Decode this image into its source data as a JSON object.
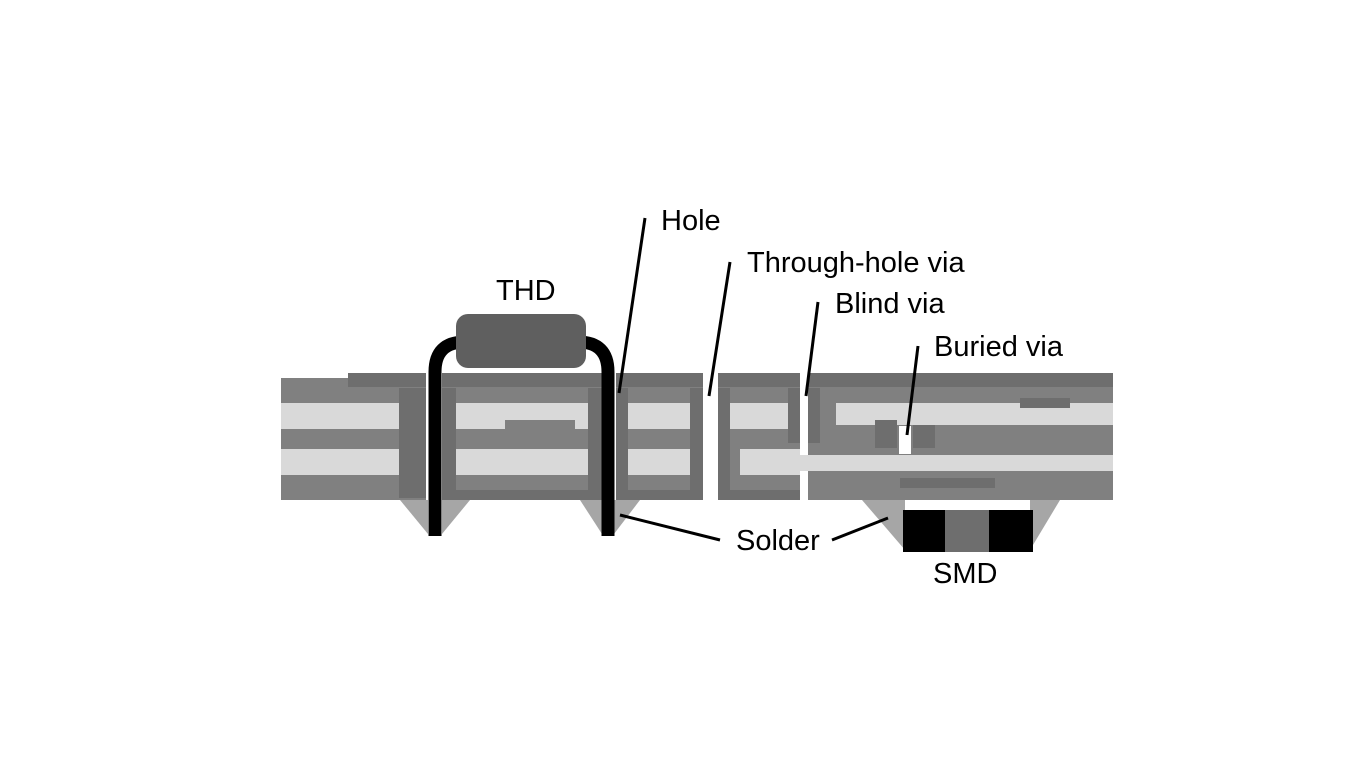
{
  "diagram": {
    "labels": {
      "thd": "THD",
      "hole": "Hole",
      "through_hole_via": "Through-hole via",
      "blind_via": "Blind via",
      "buried_via": "Buried via",
      "solder": "Solder",
      "smd": "SMD"
    },
    "colors": {
      "background": "#ffffff",
      "board_dark": "#808080",
      "pad_copper": "#6e6e6e",
      "board_light": "#d9d9d9",
      "solder": "#a6a6a6",
      "component_body": "#5f5f5f",
      "lead": "#000000",
      "leader_line": "#000000"
    }
  }
}
